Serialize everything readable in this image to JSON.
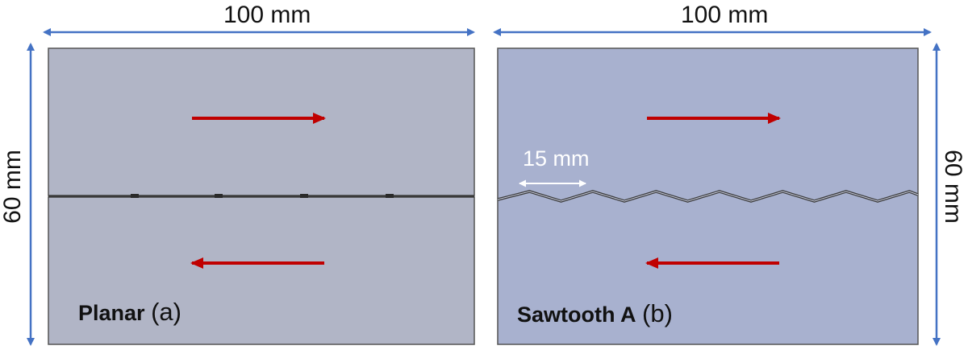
{
  "panel_a": {
    "width_label": "100 mm",
    "height_label": "60 mm",
    "caption_bold": "Planar",
    "caption_tag": "(a)"
  },
  "panel_b": {
    "width_label": "100 mm",
    "height_label": "60 mm",
    "pitch_label": "15 mm",
    "caption_bold": "Sawtooth A",
    "caption_tag": "(b)"
  },
  "colors": {
    "dimension_arrow": "#4472c4",
    "load_arrow": "#c00000",
    "plate_a": "#b1b5c6",
    "plate_b": "#a8b1cf",
    "joint_line": "#3a3a3a",
    "plate_border": "#555555"
  }
}
